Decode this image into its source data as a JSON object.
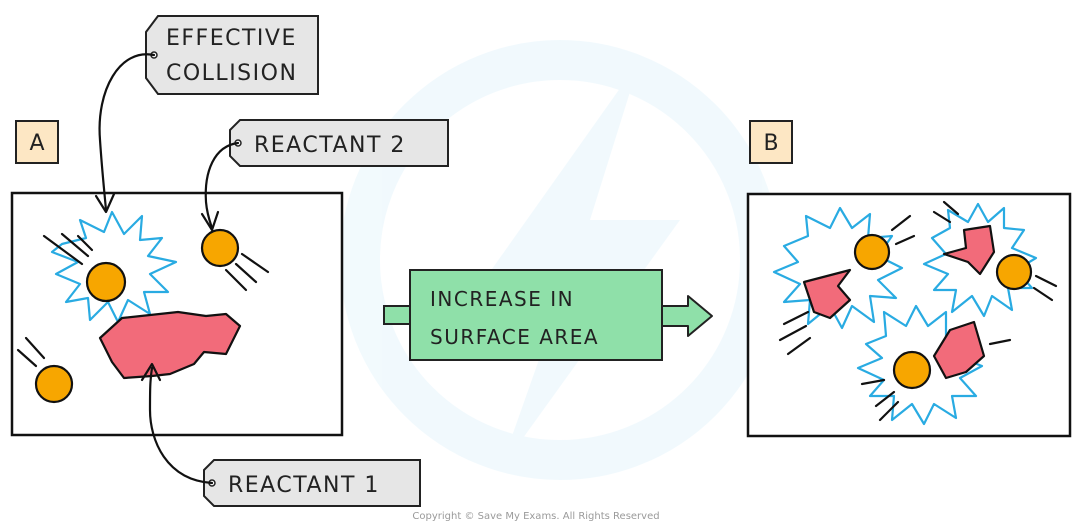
{
  "diagram": {
    "panel_a_label": "A",
    "panel_b_label": "B",
    "callouts": {
      "effective_collision_line1": "EFFECTIVE",
      "effective_collision_line2": "COLLISION",
      "reactant_2": "REACTANT 2",
      "reactant_1": "REACTANT 1"
    },
    "arrow_caption_line1": "INCREASE  IN",
    "arrow_caption_line2": "SURFACE  AREA",
    "copyright": "Copyright © Save My Exams. All Rights Reserved"
  },
  "colors": {
    "particle": "#f7a600",
    "solid": "#f26b7a",
    "burst": "#29abe2",
    "label_box": "#fde7c4",
    "arrow": "#8fe0a9",
    "tag": "#e6e6e6"
  }
}
